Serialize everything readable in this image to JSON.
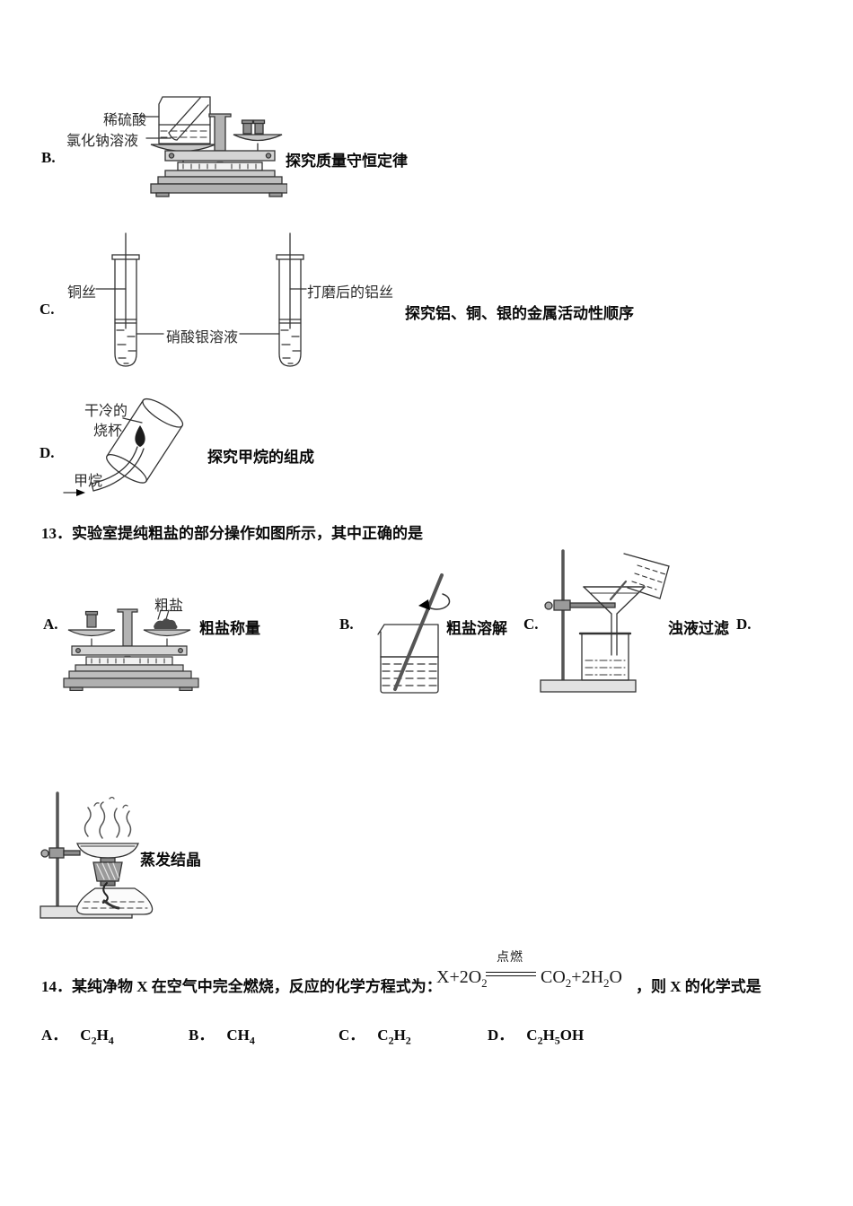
{
  "q12": {
    "b": {
      "letter": "B.",
      "label_acid": "稀硫酸",
      "label_salt": "氯化钠溶液",
      "caption": "探究质量守恒定律"
    },
    "c": {
      "letter": "C.",
      "label_copper": "铜丝",
      "label_aluminum": "打磨后的铝丝",
      "label_solution": "硝酸银溶液",
      "caption": "探究铝、铜、银的金属活动性顺序"
    },
    "d": {
      "letter": "D.",
      "label_beaker_line1": "干冷的",
      "label_beaker_line2": "烧杯",
      "label_gas": "甲烷",
      "caption": "探究甲烷的组成"
    }
  },
  "q13": {
    "number": "13．",
    "text": "实验室提纯粗盐的部分操作如图所示，其中正确的是",
    "a": {
      "letter": "A.",
      "label": "粗盐",
      "caption": "粗盐称量"
    },
    "b": {
      "letter": "B.",
      "caption": "粗盐溶解"
    },
    "c": {
      "letter": "C.",
      "caption": "浊液过滤"
    },
    "d": {
      "letter": "D.",
      "caption": "蒸发结晶"
    }
  },
  "q14": {
    "number": "14．",
    "text_before": "某纯净物 X 在空气中完全燃烧，反应的化学方程式为：",
    "equation": {
      "lhs": "X+2O",
      "lhs_sub": "2",
      "condition": "点燃",
      "r1": "CO",
      "r1_sub": "2",
      "r2": "+2H",
      "r2_sub": "2",
      "r3": "O"
    },
    "text_after": "，则 X 的化学式是",
    "options": [
      {
        "letter": "A．",
        "p1": "C",
        "s1": "2",
        "p2": "H",
        "s2": "4",
        "p3": ""
      },
      {
        "letter": "B．",
        "p1": "CH",
        "s1": "4",
        "p2": "",
        "s2": "",
        "p3": ""
      },
      {
        "letter": "C．",
        "p1": "C",
        "s1": "2",
        "p2": "H",
        "s2": "2",
        "p3": ""
      },
      {
        "letter": "D．",
        "p1": "C",
        "s1": "2",
        "p2": "H",
        "s2": "5",
        "p3": "OH"
      }
    ]
  }
}
